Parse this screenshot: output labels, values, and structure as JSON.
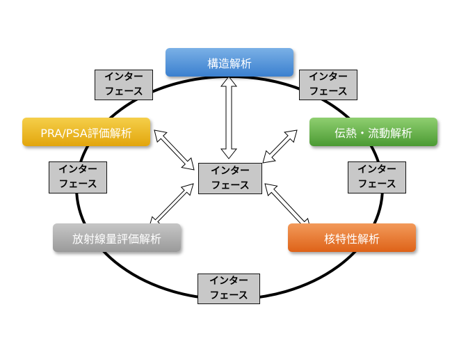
{
  "nodes": {
    "structural": "構造解析",
    "thermal": "伝熱・流動解析",
    "core": "核特性解析",
    "dose": "放射線量評価解析",
    "pra": "PRA/PSA評価解析"
  },
  "interface": {
    "line1": "インター",
    "line2": "フェース"
  },
  "colors": {
    "structural": "#4a8ad6",
    "thermal": "#5aa83c",
    "core": "#e8731e",
    "dose": "#a8a8a8",
    "pra": "#f0b416",
    "interface_box": "#c8c8c8"
  }
}
